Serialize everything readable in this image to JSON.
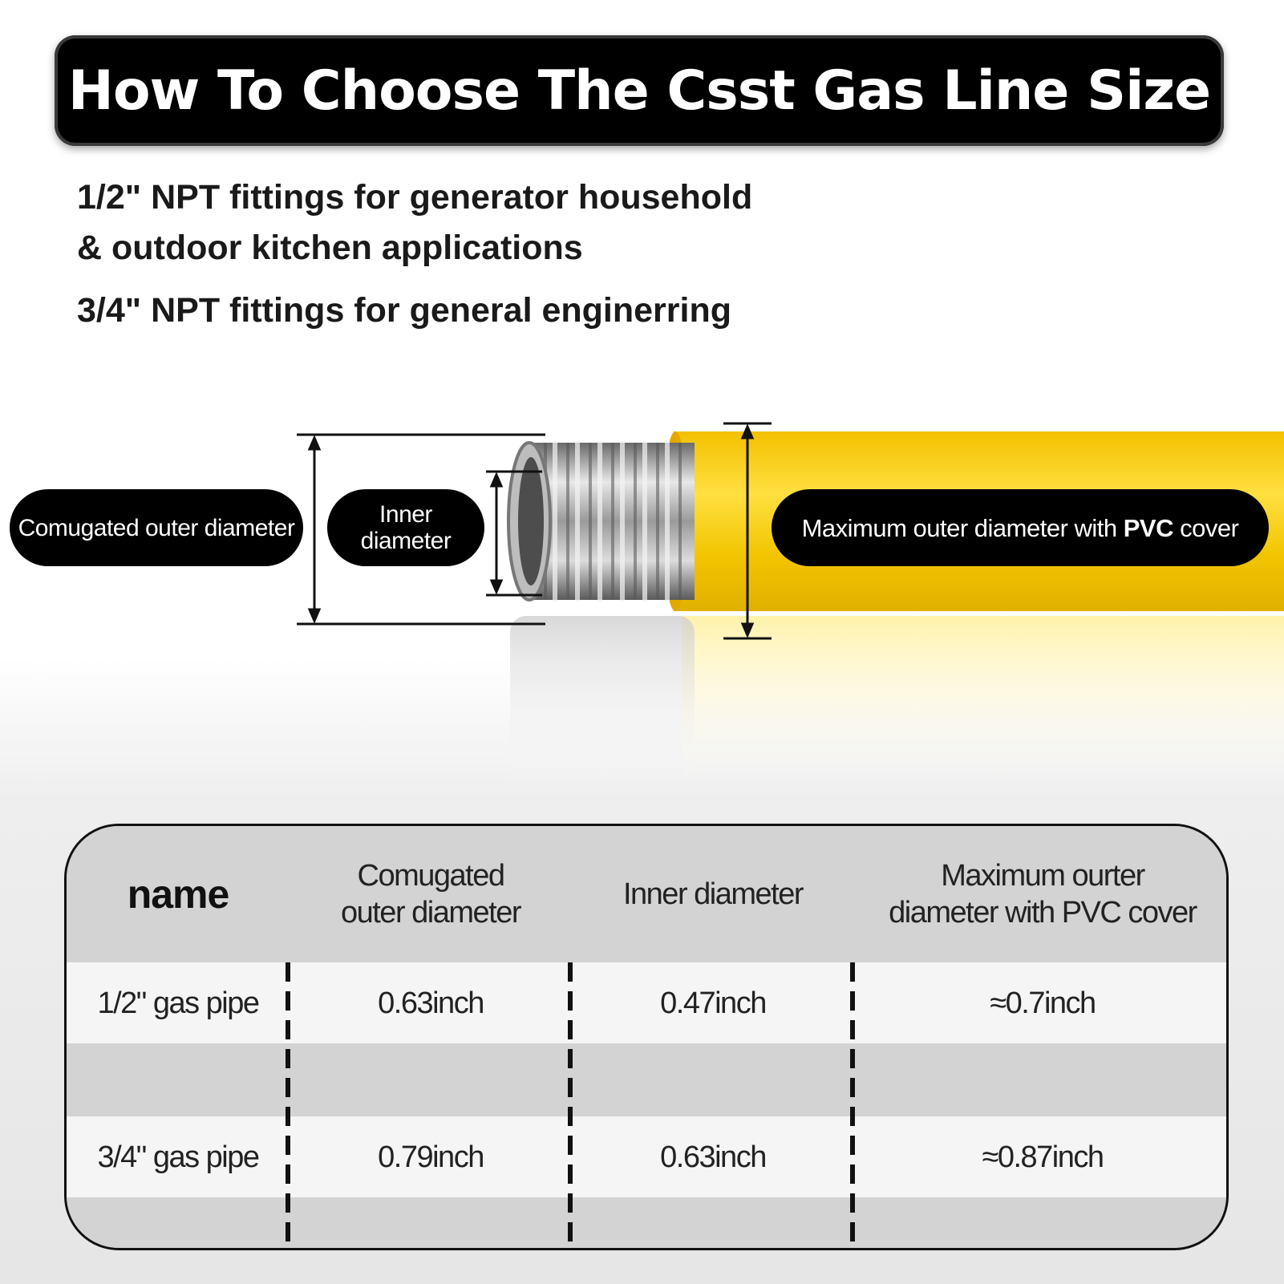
{
  "title": "How To Choose The Csst Gas Line Size",
  "intro": {
    "line1": "1/2\" NPT fittings for generator household",
    "line2": "& outdoor kitchen applications",
    "line3": "3/4\" NPT fittings for general enginerring"
  },
  "labels": {
    "corrugated": "Comugated outer diameter",
    "inner_line1": "Inner",
    "inner_line2": "diameter",
    "max_prefix": "Maximum outer diameter with ",
    "max_bold": "PVC",
    "max_suffix": " cover"
  },
  "colors": {
    "pvc_yellow": "#f5c400",
    "banner": "#000000",
    "header_row": "#d3d3d3"
  },
  "table": {
    "headers": {
      "name": "name",
      "corrugated_l1": "Comugated",
      "corrugated_l2": "outer diameter",
      "inner": "Inner diameter",
      "max_l1": "Maximum ourter",
      "max_l2": "diameter with PVC cover"
    },
    "rows": [
      {
        "name": "1/2\" gas pipe",
        "corrugated": "0.63inch",
        "inner": "0.47inch",
        "max": "≈0.7inch"
      },
      {
        "name": "3/4\" gas pipe",
        "corrugated": "0.79inch",
        "inner": "0.63inch",
        "max": "≈0.87inch"
      }
    ]
  }
}
